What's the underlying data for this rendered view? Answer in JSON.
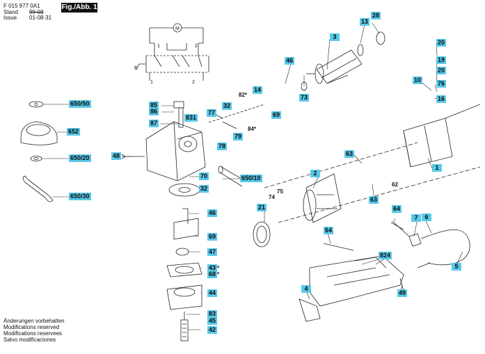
{
  "header": {
    "doc_number": "F 015 977 0A1",
    "stand_label": "Stand",
    "stand_value": "99-03",
    "issue_label": "Issue",
    "issue_value": "01-08-31",
    "figure_label": "Fig./Abb. 1"
  },
  "notes": [
    "Änderungen vorbehalten",
    "Modifications reserved",
    "Modifications reservees",
    "Salvo modificaciones"
  ],
  "wiring": {
    "motor_symbol": "M",
    "terminal_1": "1",
    "terminal_2": "2",
    "bottom_1": "1",
    "bottom_2": "2",
    "e_label": "E"
  },
  "parts": [
    {
      "id": "p1",
      "text": "1"
    },
    {
      "id": "p2",
      "text": "2"
    },
    {
      "id": "p3",
      "text": "3"
    },
    {
      "id": "p4",
      "text": "4"
    },
    {
      "id": "p5",
      "text": "5"
    },
    {
      "id": "p6",
      "text": "6"
    },
    {
      "id": "p7",
      "text": "7"
    },
    {
      "id": "p10",
      "text": "10"
    },
    {
      "id": "p13",
      "text": "13"
    },
    {
      "id": "p14",
      "text": "14"
    },
    {
      "id": "p16",
      "text": "16"
    },
    {
      "id": "p19",
      "text": "19"
    },
    {
      "id": "p20a",
      "text": "20"
    },
    {
      "id": "p20b",
      "text": "20"
    },
    {
      "id": "p21",
      "text": "21"
    },
    {
      "id": "p28",
      "text": "28"
    },
    {
      "id": "p32a",
      "text": "32"
    },
    {
      "id": "p32b",
      "text": "32"
    },
    {
      "id": "p42",
      "text": "42"
    },
    {
      "id": "p43",
      "text": "43"
    },
    {
      "id": "p44",
      "text": "44"
    },
    {
      "id": "p45",
      "text": "45"
    },
    {
      "id": "p46a",
      "text": "46"
    },
    {
      "id": "p46b",
      "text": "46"
    },
    {
      "id": "p47",
      "text": "47"
    },
    {
      "id": "p48",
      "text": "48"
    },
    {
      "id": "p49",
      "text": "49"
    },
    {
      "id": "p63a",
      "text": "63"
    },
    {
      "id": "p63b",
      "text": "63"
    },
    {
      "id": "p64a",
      "text": "64"
    },
    {
      "id": "p64b",
      "text": "64"
    },
    {
      "id": "p68",
      "text": "68"
    },
    {
      "id": "p69a",
      "text": "69"
    },
    {
      "id": "p69b",
      "text": "69"
    },
    {
      "id": "p70",
      "text": "70"
    },
    {
      "id": "p73",
      "text": "73"
    },
    {
      "id": "p76",
      "text": "76"
    },
    {
      "id": "p77",
      "text": "77"
    },
    {
      "id": "p78",
      "text": "78"
    },
    {
      "id": "p79",
      "text": "79"
    },
    {
      "id": "p83",
      "text": "83"
    },
    {
      "id": "p85",
      "text": "85"
    },
    {
      "id": "p86",
      "text": "86"
    },
    {
      "id": "p87",
      "text": "87"
    },
    {
      "id": "p824",
      "text": "824"
    },
    {
      "id": "p831",
      "text": "831"
    },
    {
      "id": "p650_10",
      "text": "650/10"
    },
    {
      "id": "p650_20",
      "text": "650/20"
    },
    {
      "id": "p650_30",
      "text": "650/30"
    },
    {
      "id": "p650_50",
      "text": "650/50"
    },
    {
      "id": "p652",
      "text": "652"
    }
  ],
  "plain_labels": [
    {
      "id": "t62",
      "text": "62"
    },
    {
      "id": "t74",
      "text": "74"
    },
    {
      "id": "t75",
      "text": "75"
    },
    {
      "id": "t82",
      "text": "82*"
    },
    {
      "id": "t84",
      "text": "84*"
    },
    {
      "id": "t43s",
      "text": "*"
    },
    {
      "id": "t68s",
      "text": "*"
    }
  ]
}
